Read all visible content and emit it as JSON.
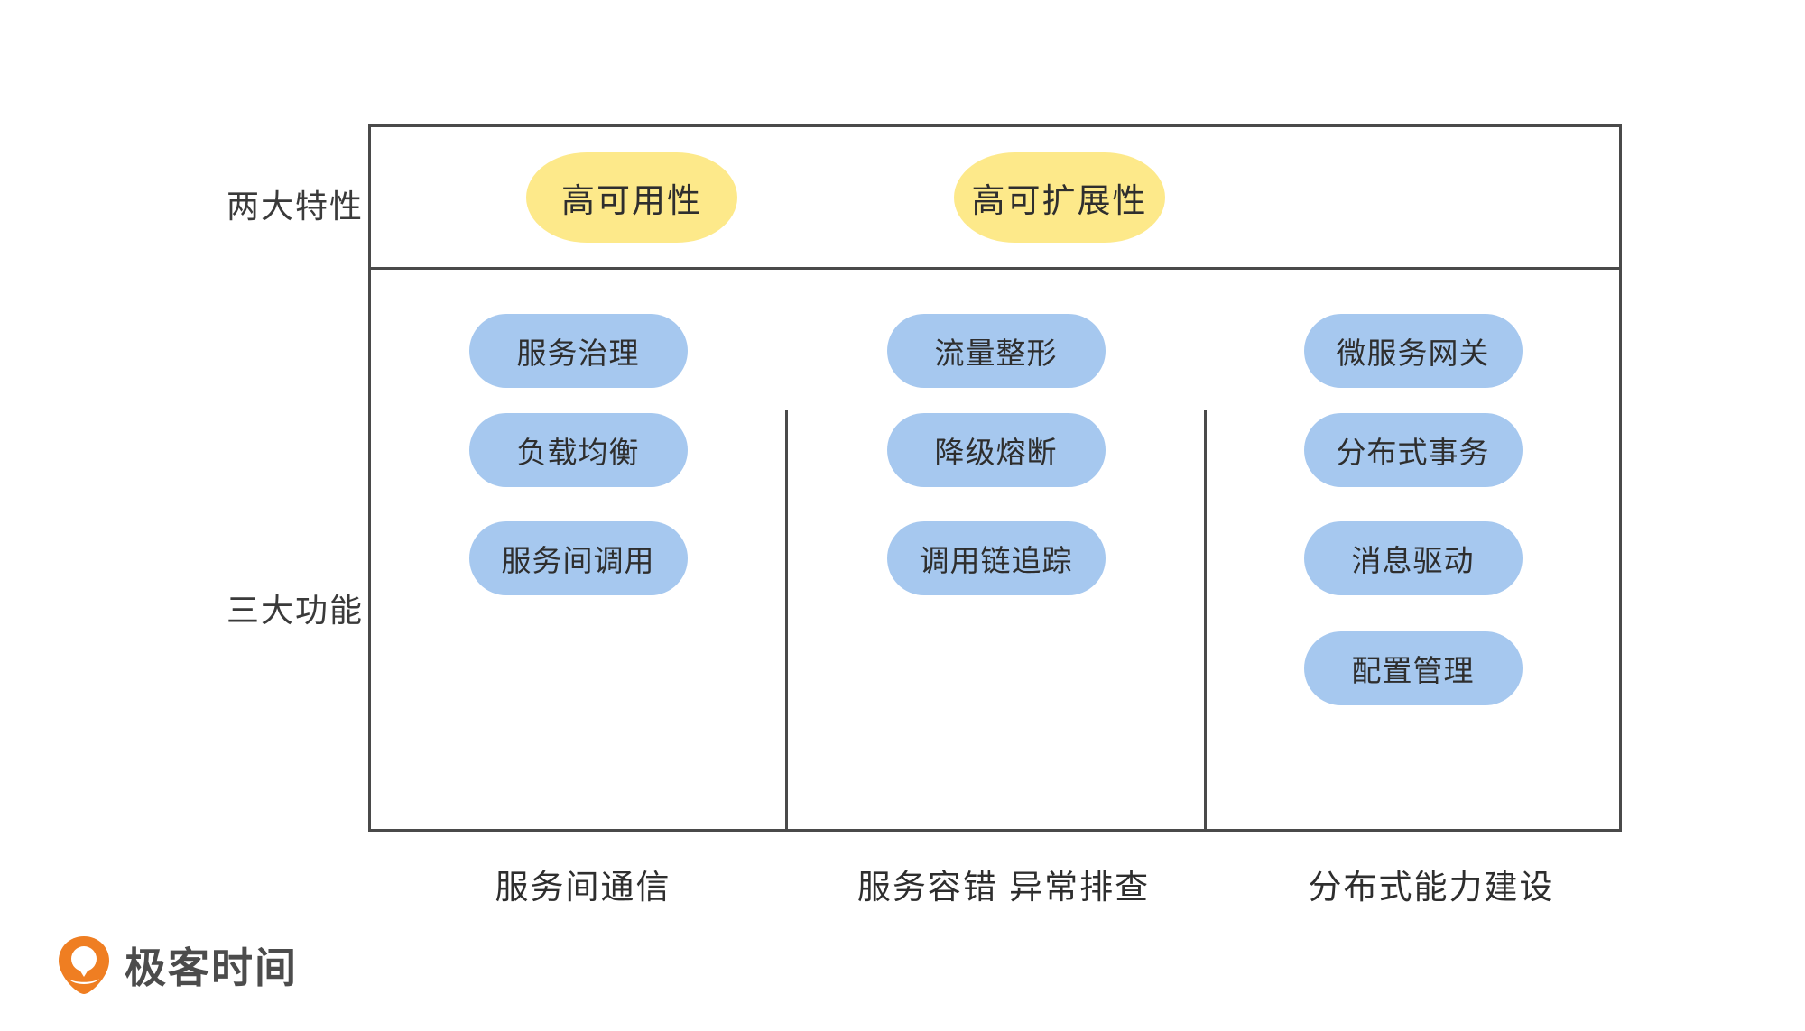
{
  "diagram": {
    "row_labels": {
      "features": "两大特性",
      "functions": "三大功能"
    },
    "features": [
      {
        "label": "高可用性"
      },
      {
        "label": "高可扩展性"
      }
    ],
    "columns": [
      {
        "caption": "服务间通信",
        "items": [
          {
            "label": "服务治理"
          },
          {
            "label": "负载均衡"
          },
          {
            "label": "服务间调用"
          }
        ]
      },
      {
        "caption": "服务容错 异常排查",
        "items": [
          {
            "label": "流量整形"
          },
          {
            "label": "降级熔断"
          },
          {
            "label": "调用链追踪"
          }
        ]
      },
      {
        "caption": "分布式能力建设",
        "items": [
          {
            "label": "微服务网关"
          },
          {
            "label": "分布式事务"
          },
          {
            "label": "消息驱动"
          },
          {
            "label": "配置管理"
          }
        ]
      }
    ],
    "colors": {
      "feature_pill": "#fde98a",
      "function_pill": "#a6c8ef",
      "frame_line": "#4a4a4a",
      "text": "#2e2e2e",
      "logo_orange": "#ef7e22",
      "logo_text": "#4c4c4c"
    }
  },
  "branding": {
    "logo_text": "极客时间",
    "logo_mark_name": "geekbang-pin-icon"
  }
}
